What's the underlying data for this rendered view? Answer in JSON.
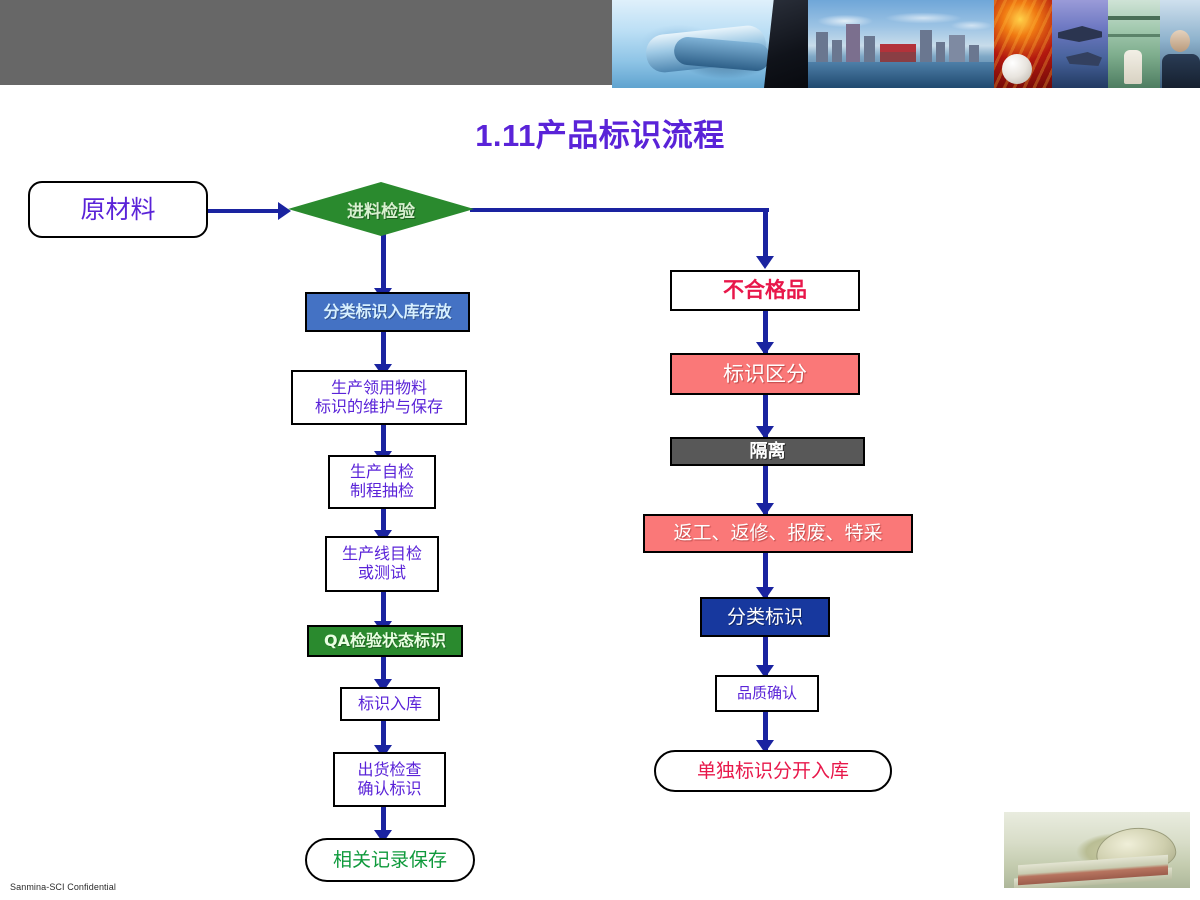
{
  "slide": {
    "title": "1.11产品标识流程",
    "title_color": "#5a23d8",
    "footer": "Sanmina-SCI Confidential",
    "background": "#ffffff"
  },
  "header": {
    "gray_block_color": "#676767",
    "photo_strip": [
      {
        "name": "handshake-photo",
        "alt": "handshake"
      },
      {
        "name": "city-skyline-photo",
        "alt": "city skyline"
      },
      {
        "name": "industrial-sparks-photo",
        "alt": "industrial sparks"
      },
      {
        "name": "aircraft-photo",
        "alt": "aircraft"
      },
      {
        "name": "factory-floor-photo",
        "alt": "factory floor"
      },
      {
        "name": "worker-photo",
        "alt": "worker"
      }
    ]
  },
  "corner_photo": {
    "name": "clock-on-books-photo",
    "alt": "clock on books"
  },
  "chart_data": {
    "type": "diagram",
    "title": "1.11产品标识流程",
    "diagram_kind": "flowchart",
    "nodes": [
      {
        "id": "n1",
        "label": "原材料",
        "shape": "rounded-rect",
        "fill": "#ffffff",
        "text_color": "#5a23d8",
        "border": "#000000",
        "column": "left"
      },
      {
        "id": "n2",
        "label": "进料检验",
        "shape": "diamond",
        "fill": "#2a8a2e",
        "text_color": "#d7f0cf",
        "border": "#0d4a12",
        "column": "left"
      },
      {
        "id": "n3",
        "label": "分类标识入库存放",
        "shape": "rect",
        "fill": "#4472c4",
        "text_color": "#d7f0ff",
        "border": "#000000",
        "column": "left"
      },
      {
        "id": "n4",
        "label": "生产领用物料\n标识的维护与保存",
        "shape": "rect",
        "fill": "#ffffff",
        "text_color": "#5a23d8",
        "border": "#000000",
        "column": "left"
      },
      {
        "id": "n5",
        "label": "生产自检\n制程抽检",
        "shape": "rect",
        "fill": "#ffffff",
        "text_color": "#5a23d8",
        "border": "#000000",
        "column": "left"
      },
      {
        "id": "n6",
        "label": "生产线目检\n或测试",
        "shape": "rect",
        "fill": "#ffffff",
        "text_color": "#5a23d8",
        "border": "#000000",
        "column": "left"
      },
      {
        "id": "n7",
        "label": "QA检验状态标识",
        "shape": "rect",
        "fill": "#2a8a2e",
        "text_color": "#e6ffe0",
        "border": "#000000",
        "column": "left"
      },
      {
        "id": "n8",
        "label": "标识入库",
        "shape": "rect",
        "fill": "#ffffff",
        "text_color": "#5a23d8",
        "border": "#000000",
        "column": "left"
      },
      {
        "id": "n9",
        "label": "出货检查\n确认标识",
        "shape": "rect",
        "fill": "#ffffff",
        "text_color": "#5a23d8",
        "border": "#000000",
        "column": "left"
      },
      {
        "id": "n10",
        "label": "相关记录保存",
        "shape": "stadium",
        "fill": "#ffffff",
        "text_color": "#0f9a3c",
        "border": "#000000",
        "column": "left"
      },
      {
        "id": "r1",
        "label": "不合格品",
        "shape": "rect",
        "fill": "#ffffff",
        "text_color": "#e8174a",
        "border": "#000000",
        "column": "right"
      },
      {
        "id": "r2",
        "label": "标识区分",
        "shape": "rect",
        "fill": "#fa7878",
        "text_color": "#ffffff",
        "border": "#000000",
        "column": "right"
      },
      {
        "id": "r3",
        "label": "隔离",
        "shape": "rect",
        "fill": "#585858",
        "text_color": "#ffffff",
        "border": "#000000",
        "column": "right"
      },
      {
        "id": "r4",
        "label": "返工、返修、报废、特采",
        "shape": "rect",
        "fill": "#fa7878",
        "text_color": "#ffffff",
        "border": "#000000",
        "column": "right"
      },
      {
        "id": "r5",
        "label": "分类标识",
        "shape": "rect",
        "fill": "#17389e",
        "text_color": "#ffffff",
        "border": "#000000",
        "column": "right"
      },
      {
        "id": "r6",
        "label": "品质确认",
        "shape": "rect",
        "fill": "#ffffff",
        "text_color": "#5a23d8",
        "border": "#000000",
        "column": "right"
      },
      {
        "id": "r7",
        "label": "单独标识分开入库",
        "shape": "stadium",
        "fill": "#ffffff",
        "text_color": "#e8174a",
        "border": "#000000",
        "column": "right"
      }
    ],
    "edges": [
      {
        "from": "n1",
        "to": "n2",
        "direction": "right"
      },
      {
        "from": "n2",
        "to": "n3",
        "direction": "down"
      },
      {
        "from": "n2",
        "to": "r1",
        "direction": "right-then-down"
      },
      {
        "from": "n3",
        "to": "n4",
        "direction": "down"
      },
      {
        "from": "n4",
        "to": "n5",
        "direction": "down"
      },
      {
        "from": "n5",
        "to": "n6",
        "direction": "down"
      },
      {
        "from": "n6",
        "to": "n7",
        "direction": "down"
      },
      {
        "from": "n7",
        "to": "n8",
        "direction": "down"
      },
      {
        "from": "n8",
        "to": "n9",
        "direction": "down"
      },
      {
        "from": "n9",
        "to": "n10",
        "direction": "down"
      },
      {
        "from": "r1",
        "to": "r2",
        "direction": "down"
      },
      {
        "from": "r2",
        "to": "r3",
        "direction": "down"
      },
      {
        "from": "r3",
        "to": "r4",
        "direction": "down"
      },
      {
        "from": "r4",
        "to": "r5",
        "direction": "down"
      },
      {
        "from": "r5",
        "to": "r6",
        "direction": "down"
      },
      {
        "from": "r6",
        "to": "r7",
        "direction": "down"
      }
    ],
    "connector_color": "#1a23a0"
  }
}
